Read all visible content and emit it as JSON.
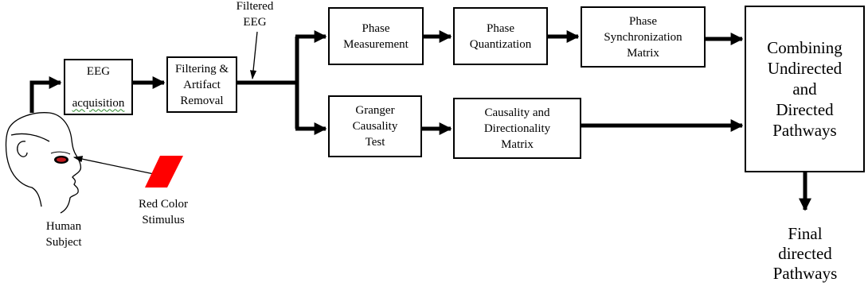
{
  "nodes": {
    "eeg_acquisition": {
      "line1": "EEG",
      "line2": "acquisition"
    },
    "filtering": "Filtering &\nArtifact\nRemoval",
    "phase_measurement": "Phase\nMeasurement",
    "phase_quantization": "Phase\nQuantization",
    "phase_sync_matrix": "Phase\nSynchronization\nMatrix",
    "granger": "Granger\nCausality\nTest",
    "causality_matrix": "Causality and\nDirectionality\nMatrix",
    "combining": "Combining\nUndirected\nand\nDirected\nPathways"
  },
  "labels": {
    "filtered_eeg": "Filtered\nEEG",
    "human_subject": "Human\nSubject",
    "stimulus": "Red Color\nStimulus",
    "final_pathways": "Final\ndirected\nPathways"
  },
  "colors": {
    "stimulus": "#ff0000",
    "eye": "#c0181c",
    "line": "#000000",
    "spellcheck_underline": "#2e8b2e"
  }
}
